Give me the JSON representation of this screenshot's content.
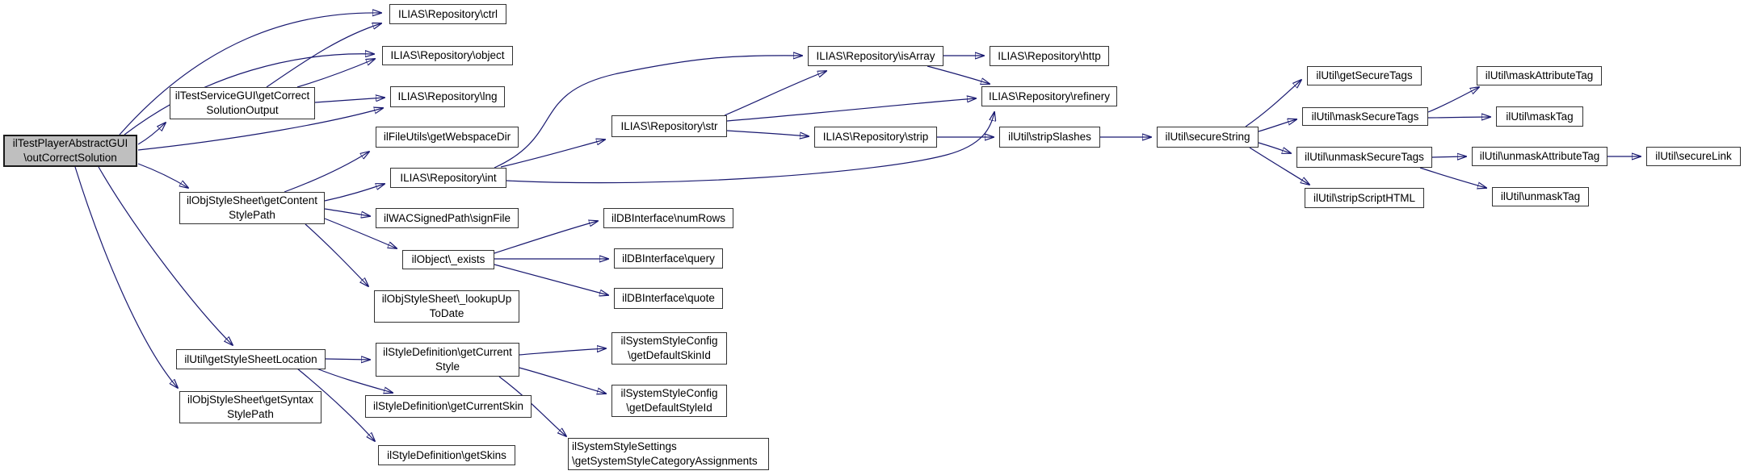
{
  "diagram": {
    "type": "call-graph",
    "background": "#ffffff",
    "edge_color": "#191970",
    "node_border_color": "#323232",
    "root_fill_color": "#bfbfbf",
    "nodes": {
      "outCorrectSolution": {
        "label": "ilTestPlayerAbstractGUI\n\\outCorrectSolution"
      },
      "getCorrectSolutionOutput": {
        "label": "ilTestServiceGUI\\getCorrect\nSolutionOutput"
      },
      "getContentStylePath": {
        "label": "ilObjStyleSheet\\getContent\nStylePath"
      },
      "getStyleSheetLocation": {
        "label": "ilUtil\\getStyleSheetLocation"
      },
      "getSyntaxStylePath": {
        "label": "ilObjStyleSheet\\getSyntax\nStylePath"
      },
      "ctrl": {
        "label": "ILIAS\\Repository\\ctrl"
      },
      "object": {
        "label": "ILIAS\\Repository\\object"
      },
      "lng": {
        "label": "ILIAS\\Repository\\lng"
      },
      "getWebspaceDir": {
        "label": "ilFileUtils\\getWebspaceDir"
      },
      "int": {
        "label": "ILIAS\\Repository\\int"
      },
      "signFile": {
        "label": "ilWACSignedPath\\signFile"
      },
      "exists": {
        "label": "ilObject\\_exists"
      },
      "lookupUpToDate": {
        "label": "ilObjStyleSheet\\_lookupUp\nToDate"
      },
      "getCurrentStyle": {
        "label": "ilStyleDefinition\\getCurrent\nStyle"
      },
      "getCurrentSkin": {
        "label": "ilStyleDefinition\\getCurrentSkin"
      },
      "getSkins": {
        "label": "ilStyleDefinition\\getSkins"
      },
      "str": {
        "label": "ILIAS\\Repository\\str"
      },
      "numRows": {
        "label": "ilDBInterface\\numRows"
      },
      "query": {
        "label": "ilDBInterface\\query"
      },
      "quote": {
        "label": "ilDBInterface\\quote"
      },
      "getDefaultSkinId": {
        "label": "ilSystemStyleConfig\n\\getDefaultSkinId"
      },
      "getDefaultStyleId": {
        "label": "ilSystemStyleConfig\n\\getDefaultStyleId"
      },
      "getSystemStyleCategoryAssignments": {
        "label": "ilSystemStyleSettings\n\\getSystemStyleCategoryAssignments"
      },
      "isArray": {
        "label": "ILIAS\\Repository\\isArray"
      },
      "strip": {
        "label": "ILIAS\\Repository\\strip"
      },
      "http": {
        "label": "ILIAS\\Repository\\http"
      },
      "refinery": {
        "label": "ILIAS\\Repository\\refinery"
      },
      "stripSlashes": {
        "label": "ilUtil\\stripSlashes"
      },
      "secureString": {
        "label": "ilUtil\\secureString"
      },
      "getSecureTags": {
        "label": "ilUtil\\getSecureTags"
      },
      "maskSecureTags": {
        "label": "ilUtil\\maskSecureTags"
      },
      "unmaskSecureTags": {
        "label": "ilUtil\\unmaskSecureTags"
      },
      "stripScriptHTML": {
        "label": "ilUtil\\stripScriptHTML"
      },
      "maskAttributeTag": {
        "label": "ilUtil\\maskAttributeTag"
      },
      "maskTag": {
        "label": "ilUtil\\maskTag"
      },
      "unmaskAttributeTag": {
        "label": "ilUtil\\unmaskAttributeTag"
      },
      "unmaskTag": {
        "label": "ilUtil\\unmaskTag"
      },
      "secureLink": {
        "label": "ilUtil\\secureLink"
      }
    },
    "edges": [
      [
        "outCorrectSolution",
        "ctrl"
      ],
      [
        "outCorrectSolution",
        "object"
      ],
      [
        "outCorrectSolution",
        "getCorrectSolutionOutput"
      ],
      [
        "outCorrectSolution",
        "lng"
      ],
      [
        "outCorrectSolution",
        "getContentStylePath"
      ],
      [
        "outCorrectSolution",
        "getStyleSheetLocation"
      ],
      [
        "outCorrectSolution",
        "getSyntaxStylePath"
      ],
      [
        "getCorrectSolutionOutput",
        "ctrl"
      ],
      [
        "getCorrectSolutionOutput",
        "object"
      ],
      [
        "getCorrectSolutionOutput",
        "lng"
      ],
      [
        "getContentStylePath",
        "getWebspaceDir"
      ],
      [
        "getContentStylePath",
        "int"
      ],
      [
        "getContentStylePath",
        "signFile"
      ],
      [
        "getContentStylePath",
        "exists"
      ],
      [
        "getContentStylePath",
        "lookupUpToDate"
      ],
      [
        "int",
        "isArray"
      ],
      [
        "int",
        "str"
      ],
      [
        "int",
        "refinery"
      ],
      [
        "str",
        "isArray"
      ],
      [
        "str",
        "refinery"
      ],
      [
        "str",
        "strip"
      ],
      [
        "isArray",
        "http"
      ],
      [
        "isArray",
        "refinery"
      ],
      [
        "strip",
        "stripSlashes"
      ],
      [
        "stripSlashes",
        "secureString"
      ],
      [
        "secureString",
        "getSecureTags"
      ],
      [
        "secureString",
        "maskSecureTags"
      ],
      [
        "secureString",
        "unmaskSecureTags"
      ],
      [
        "secureString",
        "stripScriptHTML"
      ],
      [
        "maskSecureTags",
        "maskAttributeTag"
      ],
      [
        "maskSecureTags",
        "maskTag"
      ],
      [
        "unmaskSecureTags",
        "unmaskAttributeTag"
      ],
      [
        "unmaskSecureTags",
        "unmaskTag"
      ],
      [
        "unmaskAttributeTag",
        "secureLink"
      ],
      [
        "exists",
        "numRows"
      ],
      [
        "exists",
        "query"
      ],
      [
        "exists",
        "quote"
      ],
      [
        "getStyleSheetLocation",
        "getCurrentStyle"
      ],
      [
        "getStyleSheetLocation",
        "getCurrentSkin"
      ],
      [
        "getStyleSheetLocation",
        "getSkins"
      ],
      [
        "getCurrentStyle",
        "getDefaultSkinId"
      ],
      [
        "getCurrentStyle",
        "getDefaultStyleId"
      ],
      [
        "getCurrentStyle",
        "getSystemStyleCategoryAssignments"
      ]
    ]
  }
}
